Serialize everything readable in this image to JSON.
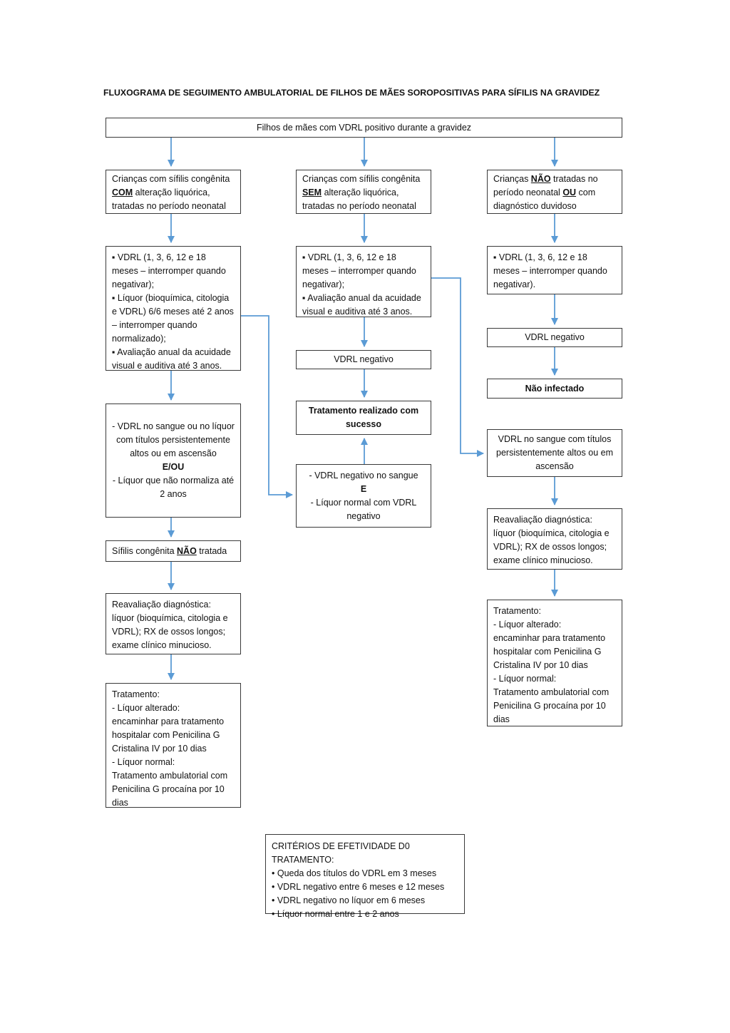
{
  "page": {
    "title": "FLUXOGRAMA DE SEGUIMENTO AMBULATORIAL DE FILHOS DE MÃES SOROPOSITIVAS PARA SÍFILIS NA GRAVIDEZ"
  },
  "colors": {
    "arrow": "#5B9BD5",
    "border": "#3a3a3a",
    "text": "#111111"
  },
  "nodes": {
    "root": {
      "text": "Filhos de mães com VDRL positivo durante a gravidez"
    },
    "com": {
      "pre": "Crianças com sífilis congênita ",
      "em": "COM",
      "post": " alteração liquórica, tratadas no período neonatal"
    },
    "sem": {
      "pre": "Crianças com sífilis congênita ",
      "em": "SEM",
      "post": " alteração liquórica, tratadas no período neonatal"
    },
    "nao_tratadas": {
      "pre": "Crianças ",
      "em1": "NÃO",
      "mid": " tratadas no período neonatal ",
      "em2": "OU",
      "post": " com diagnóstico duvidoso"
    },
    "seg_com": {
      "b1": "▪ VDRL (1, 3, 6, 12 e 18 meses – interromper quando negativar);",
      "b2": "▪ Líquor (bioquímica, citologia e VDRL) 6/6 meses até 2 anos – interromper quando normalizado);",
      "b3": "▪ Avaliação anual da acuidade visual e auditiva até 3 anos."
    },
    "seg_sem": {
      "b1": "▪ VDRL (1, 3, 6, 12 e 18 meses – interromper quando negativar);",
      "b2": "▪ Avaliação anual da acuidade visual e auditiva até 3 anos."
    },
    "seg_nao": {
      "b1": "▪ VDRL (1, 3, 6, 12 e 18 meses – interromper quando negativar)."
    },
    "vdrl_negativo": {
      "text": "VDRL negativo"
    },
    "sucesso": {
      "text": "Tratamento realizado com sucesso"
    },
    "neg_sangue": {
      "l1": "- VDRL negativo no sangue",
      "em": "E",
      "l2": "- Líquor normal com VDRL negativo"
    },
    "nao_infectado": {
      "text": "Não infectado"
    },
    "titulos_right": {
      "text": "VDRL no sangue com títulos persistentemente altos ou em ascensão"
    },
    "titulos_left": {
      "l1": "- VDRL no sangue ou no líquor com títulos persistentemente altos ou em ascensão",
      "em": "E/OU",
      "l2": "- Líquor que não normaliza até 2 anos"
    },
    "sifilis_nao": {
      "pre": "Sífilis congênita ",
      "em": "NÃO",
      "post": " tratada"
    },
    "reavaliacao": {
      "text": "Reavaliação diagnóstica: líquor (bioquímica, citologia e VDRL); RX de ossos longos; exame clínico minucioso."
    },
    "tratamento": {
      "l1": "Tratamento:",
      "l2": "- Líquor alterado:",
      "l3": "encaminhar para tratamento hospitalar com Penicilina G Cristalina IV por 10 dias",
      "l4": "- Líquor normal:",
      "l5": "Tratamento ambulatorial com Penicilina G procaína por 10 dias"
    },
    "criterios": {
      "title": "CRITÉRIOS DE EFETIVIDADE D0 TRATAMENTO:",
      "b1": "• Queda dos títulos do VDRL em 3 meses",
      "b2": "• VDRL negativo entre 6 meses e 12 meses",
      "b3": "• VDRL negativo no líquor em 6 meses",
      "b4": "• Líquor normal entre 1 e 2 anos"
    }
  },
  "edges": [
    {
      "from": "root",
      "to": "com"
    },
    {
      "from": "root",
      "to": "sem"
    },
    {
      "from": "root",
      "to": "nao_tratadas"
    },
    {
      "from": "com",
      "to": "seg_com"
    },
    {
      "from": "sem",
      "to": "seg_sem"
    },
    {
      "from": "nao_tratadas",
      "to": "seg_nao"
    },
    {
      "from": "seg_com",
      "to": "titulos_left"
    },
    {
      "from": "seg_com",
      "to": "neg_sangue"
    },
    {
      "from": "seg_sem",
      "to": "vdrl_negativo_mid"
    },
    {
      "from": "seg_sem",
      "to": "titulos_right"
    },
    {
      "from": "vdrl_negativo_mid",
      "to": "sucesso"
    },
    {
      "from": "neg_sangue",
      "to": "sucesso"
    },
    {
      "from": "seg_nao",
      "to": "vdrl_negativo_right"
    },
    {
      "from": "vdrl_negativo_right",
      "to": "nao_infectado"
    },
    {
      "from": "titulos_right",
      "to": "reavaliacao_right"
    },
    {
      "from": "reavaliacao_right",
      "to": "tratamento_right"
    },
    {
      "from": "titulos_left",
      "to": "sifilis_nao"
    },
    {
      "from": "sifilis_nao",
      "to": "reavaliacao_left"
    },
    {
      "from": "reavaliacao_left",
      "to": "tratamento_left"
    }
  ]
}
